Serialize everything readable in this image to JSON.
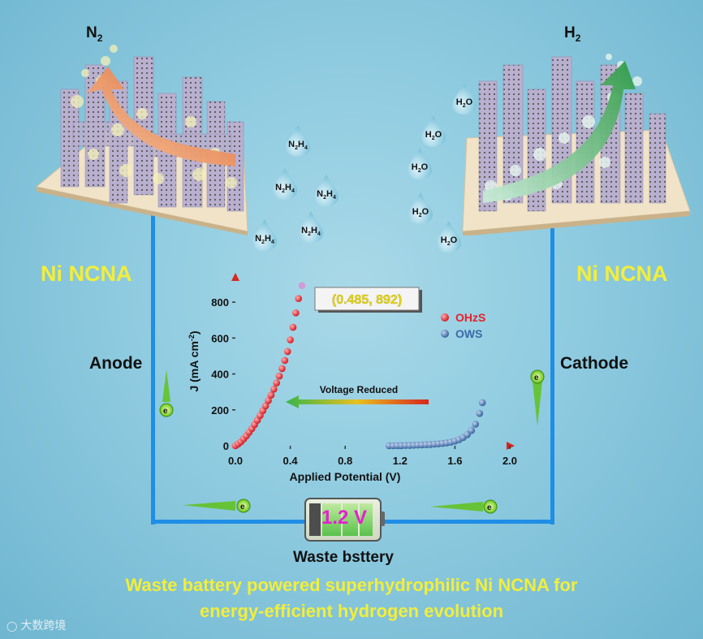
{
  "gases": {
    "anode_gas": "N",
    "anode_gas_sub": "2",
    "cathode_gas": "H",
    "cathode_gas_sub": "2"
  },
  "electrode_material": {
    "left": "Ni NCNA",
    "right": "Ni NCNA"
  },
  "electrodes": {
    "anode": "Anode",
    "cathode": "Cathode"
  },
  "electron_label": "e",
  "reactants": {
    "hydrazine": "N2H4",
    "water": "H2O"
  },
  "battery": {
    "voltage": "1.2 V",
    "label": "Waste bsttery"
  },
  "title_lines": [
    "Waste battery powered superhydrophilic Ni NCNA for",
    "energy-efficient hydrogen evolution"
  ],
  "watermark": "大数跨境",
  "chart_data": {
    "type": "scatter",
    "xlabel": "Applied Potential (V)",
    "ylabel": "J (mA cm-2)",
    "xlim": [
      0.0,
      2.0
    ],
    "ylim": [
      0,
      900
    ],
    "xticks": [
      "0.0",
      "0.4",
      "0.8",
      "1.2",
      "1.6",
      "2.0"
    ],
    "yticks": [
      "0",
      "200",
      "400",
      "600",
      "800"
    ],
    "annotation": "(0.485, 892)",
    "arrow_text": "Voltage Reduced",
    "legend_position": "top-right",
    "series": [
      {
        "name": "OHzS",
        "color": "#e8202a",
        "x": [
          0.0,
          0.02,
          0.04,
          0.06,
          0.08,
          0.1,
          0.12,
          0.14,
          0.16,
          0.18,
          0.2,
          0.22,
          0.24,
          0.26,
          0.28,
          0.3,
          0.32,
          0.34,
          0.36,
          0.38,
          0.4,
          0.42,
          0.44,
          0.46,
          0.485
        ],
        "y": [
          0,
          10,
          22,
          38,
          55,
          75,
          95,
          118,
          142,
          168,
          195,
          222,
          252,
          282,
          315,
          350,
          388,
          430,
          475,
          525,
          590,
          660,
          740,
          820,
          892
        ]
      },
      {
        "name": "OWS",
        "color": "#3a6aa8",
        "x": [
          1.12,
          1.15,
          1.18,
          1.21,
          1.24,
          1.27,
          1.3,
          1.33,
          1.36,
          1.39,
          1.42,
          1.45,
          1.48,
          1.51,
          1.54,
          1.57,
          1.6,
          1.63,
          1.66,
          1.69,
          1.72,
          1.75,
          1.78,
          1.8
        ],
        "y": [
          0,
          0,
          1,
          1,
          2,
          2,
          3,
          4,
          5,
          6,
          7,
          9,
          11,
          13,
          16,
          20,
          26,
          34,
          46,
          62,
          85,
          120,
          180,
          240
        ]
      }
    ]
  }
}
